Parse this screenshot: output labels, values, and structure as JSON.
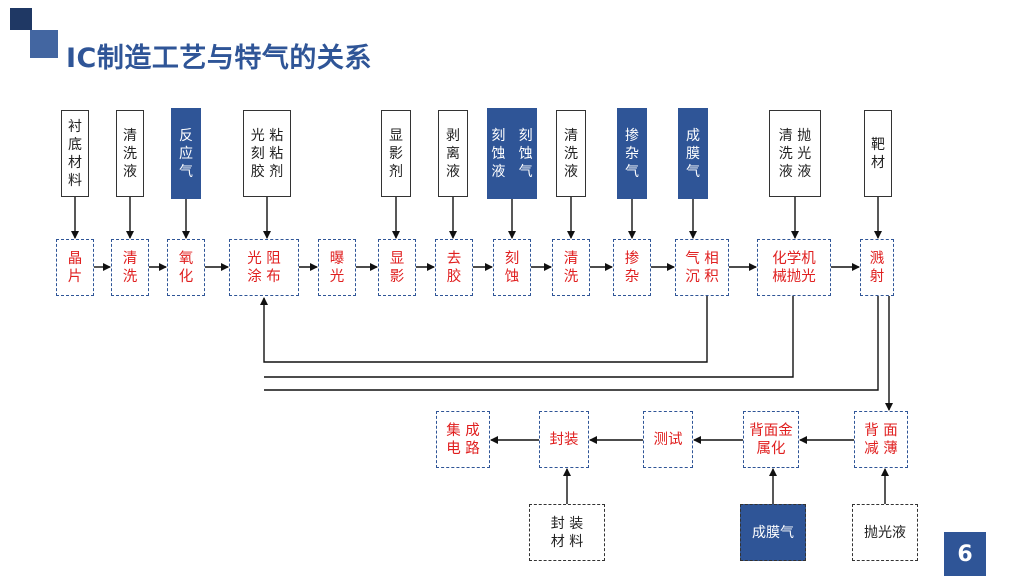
{
  "title": "IC制造工艺与特气的关系",
  "page_number": "6",
  "inputs": [
    {
      "id": "i1",
      "label": "衬\n底\n材\n料",
      "type": "plain"
    },
    {
      "id": "i2",
      "label": "清\n洗\n液",
      "type": "plain"
    },
    {
      "id": "i3",
      "label": "反\n应\n气",
      "type": "gas"
    },
    {
      "id": "i4",
      "label": "光 粘\n刻 粘\n胶 剂",
      "type": "plain"
    },
    {
      "id": "i5",
      "label": "显\n影\n剂",
      "type": "plain"
    },
    {
      "id": "i6",
      "label": "剥\n离\n液",
      "type": "plain"
    },
    {
      "id": "i7",
      "label": "刻   刻\n蚀   蚀\n液   气",
      "type": "gas"
    },
    {
      "id": "i8",
      "label": "清\n洗\n液",
      "type": "plain"
    },
    {
      "id": "i9",
      "label": "掺\n杂\n气",
      "type": "gas"
    },
    {
      "id": "i10",
      "label": "成\n膜\n气",
      "type": "gas"
    },
    {
      "id": "i11",
      "label": "清 抛\n洗 光\n液 液",
      "type": "plain"
    },
    {
      "id": "i12",
      "label": "靶\n材",
      "type": "plain"
    }
  ],
  "steps": [
    {
      "id": "s1",
      "label": "晶\n片"
    },
    {
      "id": "s2",
      "label": "清\n洗"
    },
    {
      "id": "s3",
      "label": "氧\n化"
    },
    {
      "id": "s4",
      "label": "光 阻\n涂 布"
    },
    {
      "id": "s5",
      "label": "曝\n光"
    },
    {
      "id": "s6",
      "label": "显\n影"
    },
    {
      "id": "s7",
      "label": "去\n胶"
    },
    {
      "id": "s8",
      "label": "刻\n蚀"
    },
    {
      "id": "s9",
      "label": "清\n洗"
    },
    {
      "id": "s10",
      "label": "掺\n杂"
    },
    {
      "id": "s11",
      "label": "气 相\n沉 积"
    },
    {
      "id": "s12",
      "label": "化学机\n械抛光"
    },
    {
      "id": "s13",
      "label": "溅\n射"
    }
  ],
  "bottom_steps": [
    {
      "id": "b1",
      "label": "背 面\n减 薄"
    },
    {
      "id": "b2",
      "label": "背面金\n属化"
    },
    {
      "id": "b3",
      "label": "测试"
    },
    {
      "id": "b4",
      "label": "封装"
    },
    {
      "id": "b5",
      "label": "集 成\n电 路"
    }
  ],
  "bottom_inputs": [
    {
      "id": "bi1",
      "label": "抛光液",
      "type": "plain"
    },
    {
      "id": "bi2",
      "label": "成膜气",
      "type": "gas"
    },
    {
      "id": "bi3",
      "label": "封 装\n材 料",
      "type": "plain"
    }
  ],
  "colors": {
    "accent": "#2f5597",
    "step_text": "#e02020",
    "deco_dark": "#1f3864"
  }
}
